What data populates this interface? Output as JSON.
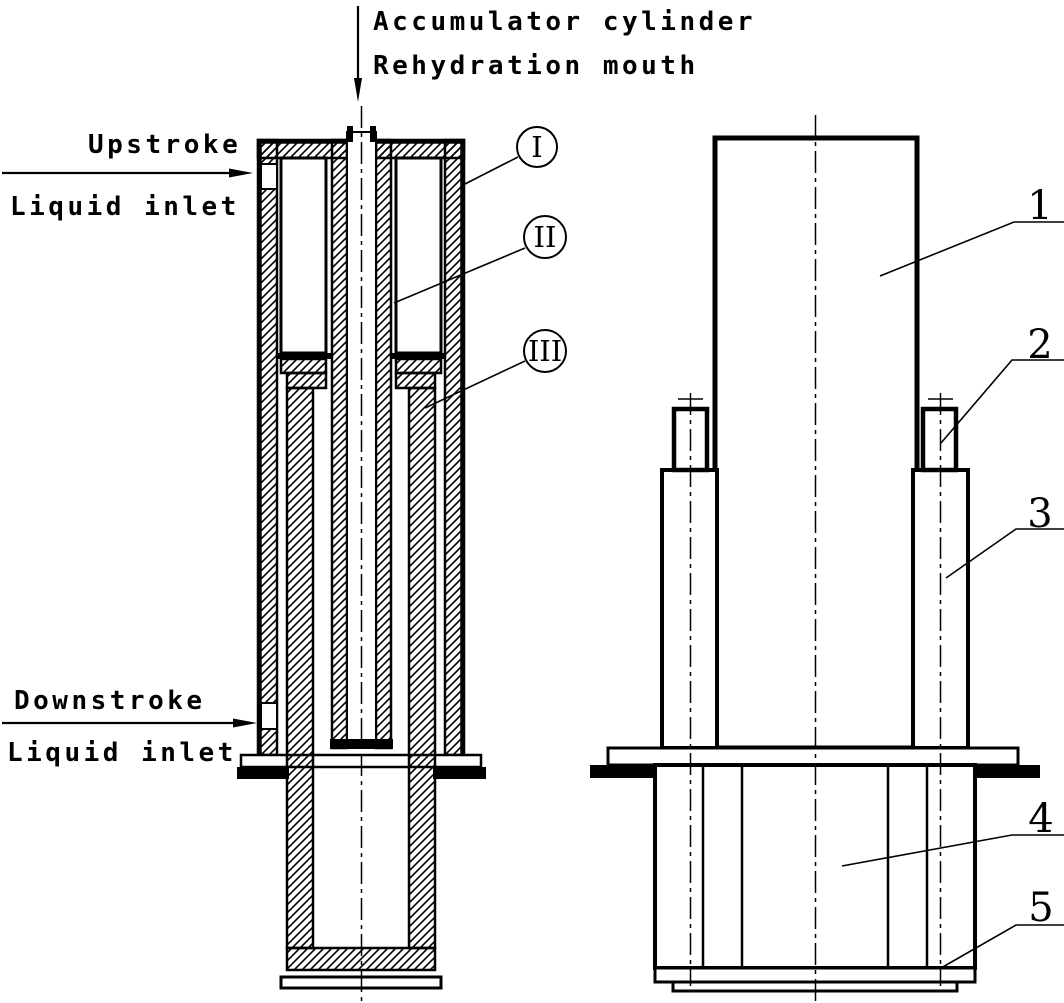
{
  "diagram": {
    "annotations": {
      "top_line1": "Accumulator cylinder",
      "top_line2": "Rehydration mouth",
      "upstroke": "Upstroke",
      "upstroke_inlet": "Liquid inlet",
      "downstroke": "Downstroke",
      "downstroke_inlet": "Liquid inlet"
    },
    "section_callouts": {
      "i": "I",
      "ii": "II",
      "iii": "III"
    },
    "part_labels": {
      "n1": "1",
      "n2": "2",
      "n3": "3",
      "n4": "4",
      "n5": "5"
    },
    "colors": {
      "line": "#000000",
      "background": "#ffffff"
    }
  }
}
